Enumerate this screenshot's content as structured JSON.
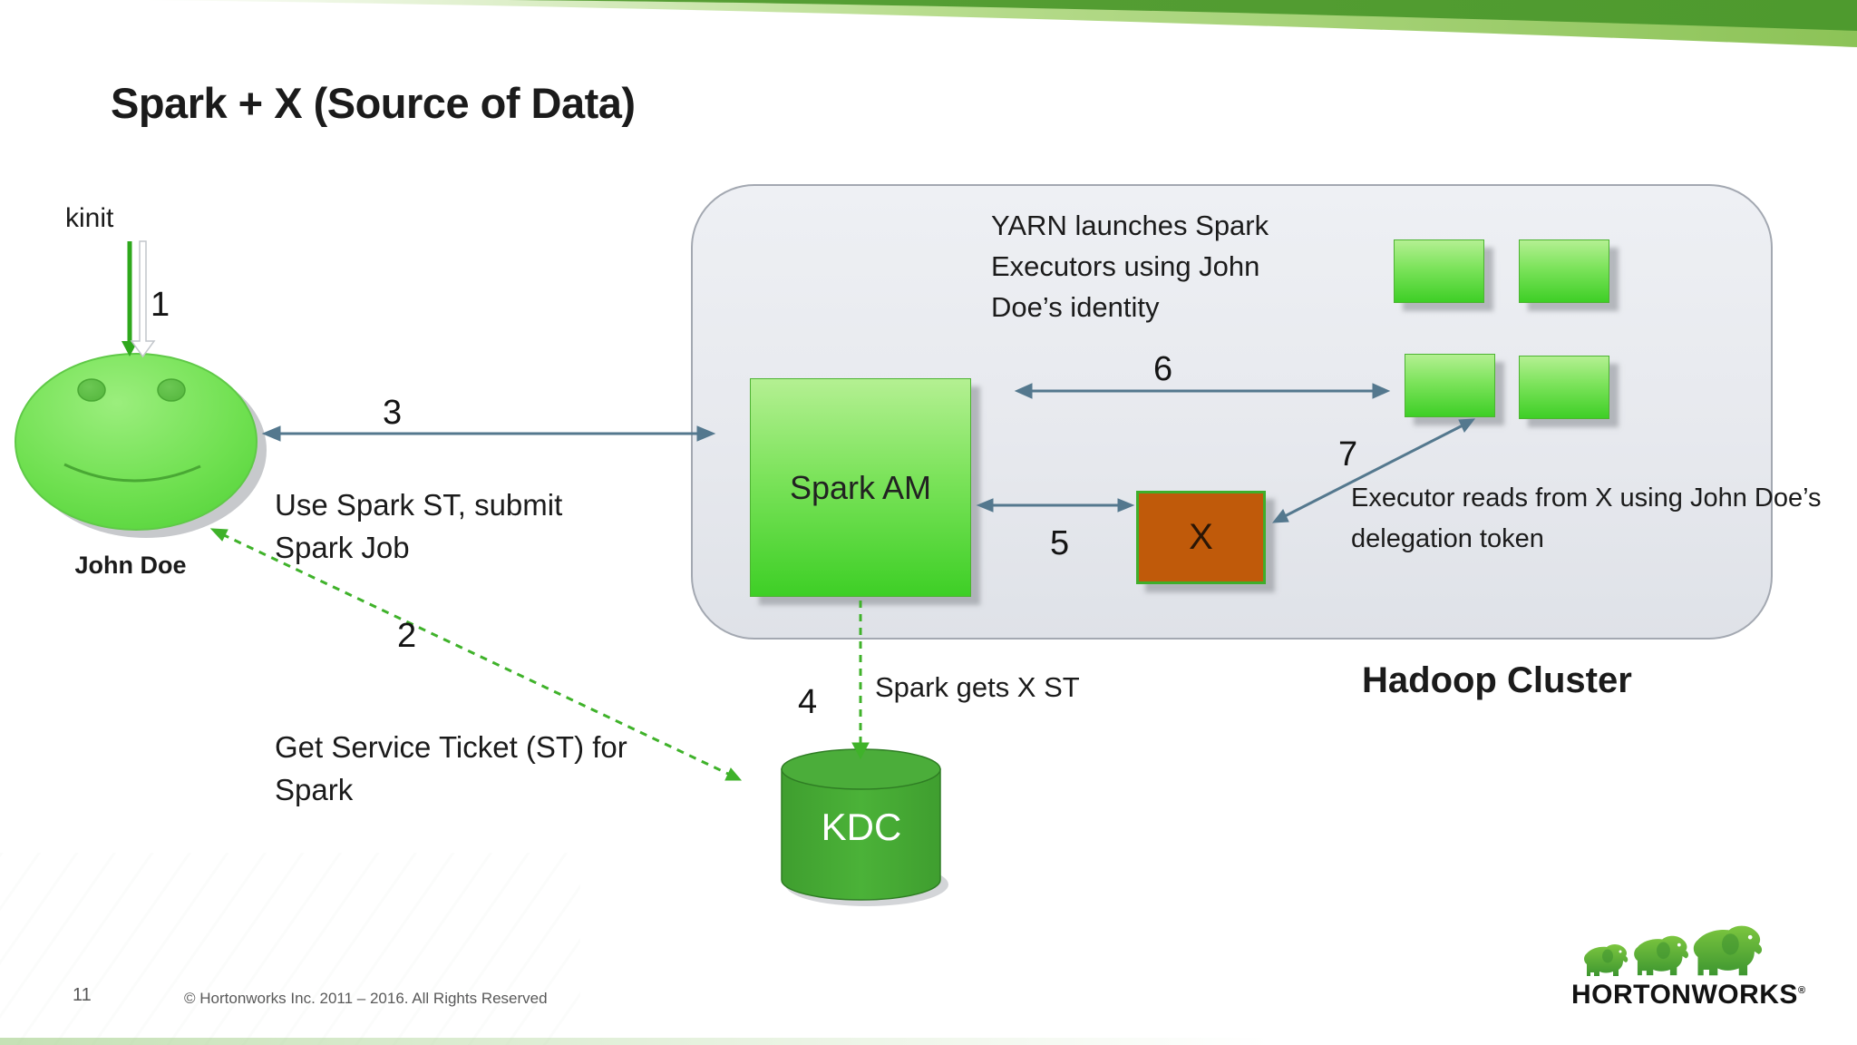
{
  "slide": {
    "title": "Spark + X (Source of Data)"
  },
  "labels": {
    "kinit": "kinit",
    "john_doe": "John Doe",
    "spark_am": "Spark AM",
    "x_box": "X",
    "kdc": "KDC",
    "hadoop_cluster": "Hadoop Cluster"
  },
  "steps": [
    "1",
    "2",
    "3",
    "4",
    "5",
    "6",
    "7"
  ],
  "notes": {
    "yarn": "YARN launches Spark Executors using John Doe’s identity",
    "use_spark_st": "Use Spark ST, submit Spark Job",
    "get_service_ticket": "Get Service Ticket (ST) for Spark",
    "spark_gets_x_st": "Spark gets X ST",
    "executor_reads": "Executor reads from X using John Doe’s delegation token"
  },
  "footer": {
    "page_number": "11",
    "copyright": "© Hortonworks Inc. 2011 – 2016. All Rights Reserved"
  },
  "logo": {
    "brand": "HORTONWORKS",
    "registered": "®"
  },
  "colors": {
    "banner_green": "#4e9a2e",
    "node_green": "#3ecf26",
    "x_orange": "#c05a0a",
    "arrow_slate": "#54788e",
    "arrow_green": "#2ea81c",
    "cluster_bg": "#e7e9ee"
  }
}
